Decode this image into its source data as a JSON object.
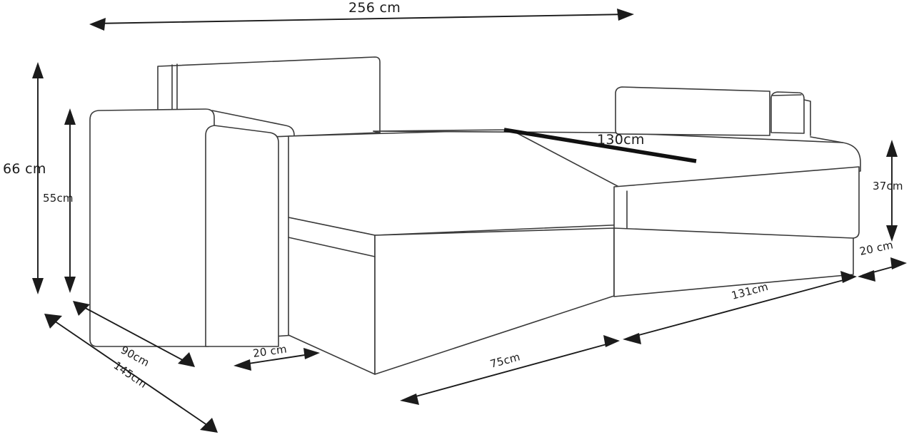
{
  "drawing": {
    "title": "Corner sofa bed dimension drawing",
    "subject": "sofa-bed",
    "units": "cm",
    "background_color": "#ffffff",
    "line_color": "#3a3a3a",
    "dimension_color": "#1b1b1b"
  },
  "dimensions": {
    "total_width": {
      "label": "256 cm",
      "value": 256,
      "unit": "cm",
      "orientation": "horizontal",
      "placement": "top",
      "arrow_style": "double-headed"
    },
    "total_height": {
      "label": "66 cm",
      "value": 66,
      "unit": "cm",
      "orientation": "vertical",
      "placement": "left-outer",
      "arrow_style": "double-headed"
    },
    "backrest_height": {
      "label": "55cm",
      "value": 55,
      "unit": "cm",
      "orientation": "vertical",
      "placement": "left-inner",
      "arrow_style": "double-headed"
    },
    "total_depth": {
      "label": "145cm",
      "value": 145,
      "unit": "cm",
      "orientation": "diagonal",
      "placement": "bottom-left-outer",
      "arrow_style": "double-headed"
    },
    "seat_depth": {
      "label": "90cm",
      "value": 90,
      "unit": "cm",
      "orientation": "diagonal",
      "placement": "bottom-left-inner",
      "arrow_style": "double-headed"
    },
    "armrest_width_left": {
      "label": "20 cm",
      "value": 20,
      "unit": "cm",
      "orientation": "diagonal",
      "placement": "bottom-center-left",
      "arrow_style": "double-headed"
    },
    "chaise_width": {
      "label": "75cm",
      "value": 75,
      "unit": "cm",
      "orientation": "diagonal",
      "placement": "bottom-center",
      "arrow_style": "double-headed"
    },
    "bed_length_section": {
      "label": "131cm",
      "value": 131,
      "unit": "cm",
      "orientation": "diagonal",
      "placement": "bottom-right",
      "arrow_style": "double-headed"
    },
    "armrest_width_right": {
      "label": "20 cm",
      "value": 20,
      "unit": "cm",
      "orientation": "diagonal",
      "placement": "bottom-right-outer",
      "arrow_style": "double-headed"
    },
    "seat_height": {
      "label": "37cm",
      "value": 37,
      "unit": "cm",
      "orientation": "vertical",
      "placement": "right",
      "arrow_style": "double-headed"
    },
    "sleeping_width": {
      "label": "130cm",
      "value": 130,
      "unit": "cm",
      "orientation": "diagonal",
      "placement": "seat-surface",
      "arrow_style": "thick-bar"
    }
  },
  "labels": {
    "d256": "256 cm",
    "d66": "66 cm",
    "d55": "55cm",
    "d145": "145cm",
    "d90": "90cm",
    "d20_left": "20 cm",
    "d75": "75cm",
    "d131": "131cm",
    "d20_right": "20 cm",
    "d37": "37cm",
    "d130": "130cm"
  }
}
